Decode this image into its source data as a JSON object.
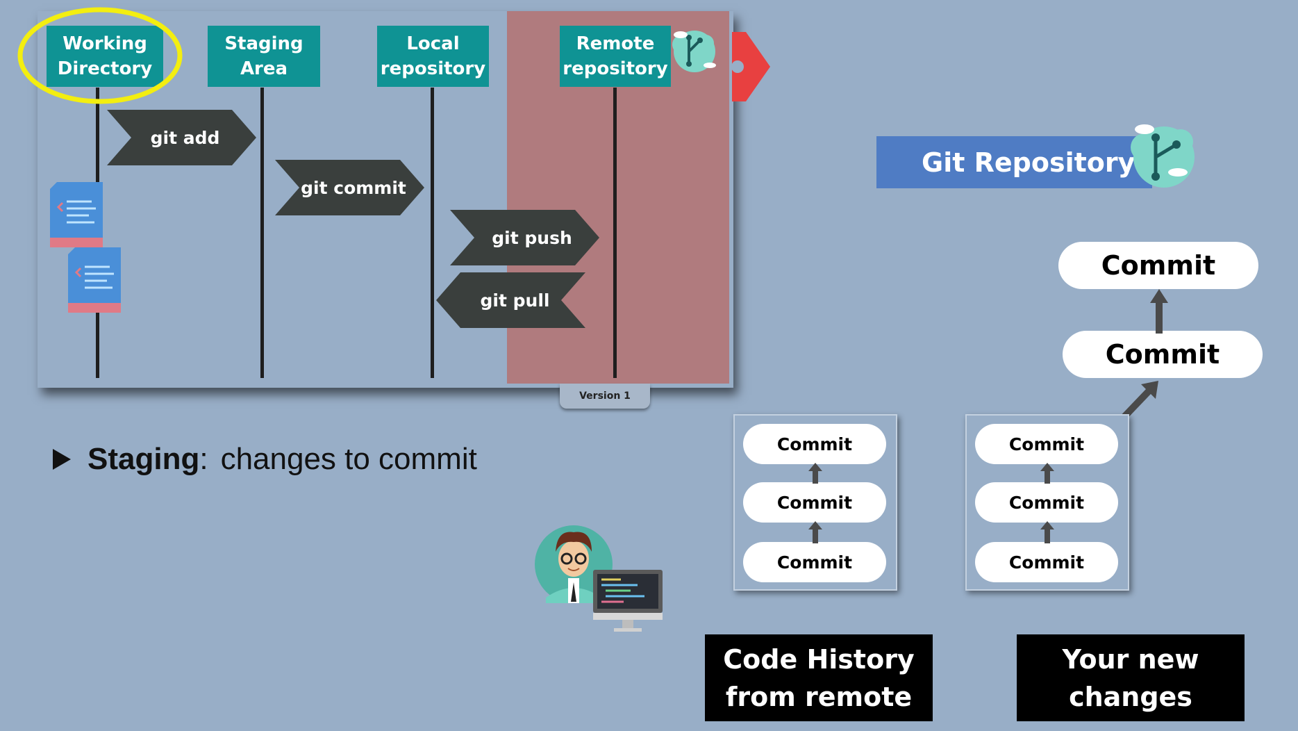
{
  "workflow": {
    "columns": [
      {
        "key": "working",
        "label_line1": "Working",
        "label_line2": "Directory"
      },
      {
        "key": "staging",
        "label_line1": "Staging",
        "label_line2": "Area"
      },
      {
        "key": "local",
        "label_line1": "Local",
        "label_line2": "repository"
      },
      {
        "key": "remote",
        "label_line1": "Remote",
        "label_line2": "repository"
      }
    ],
    "commands": {
      "add": "git add",
      "commit": "git commit",
      "push": "git push",
      "pull": "git pull"
    },
    "version_tab": "Version 1",
    "highlight_color": "#f3ee10",
    "header_color": "#0f9394",
    "remote_zone_color": "#b07b7e",
    "arrow_color": "#3a3f3d"
  },
  "bullet": {
    "term": "Staging",
    "separator": ":",
    "description": "changes to commit"
  },
  "repo_banner": {
    "title": "Git Repository",
    "color": "#4f7cc4",
    "icon": "git-cloud-icon"
  },
  "stacks": {
    "remote_history": {
      "commits": [
        "Commit",
        "Commit",
        "Commit"
      ],
      "caption_line1": "Code History",
      "caption_line2": "from remote"
    },
    "new_changes": {
      "commits": [
        "Commit",
        "Commit",
        "Commit"
      ],
      "extra_commits": [
        "Commit",
        "Commit"
      ],
      "caption_line1": "Your new",
      "caption_line2": "changes"
    }
  }
}
